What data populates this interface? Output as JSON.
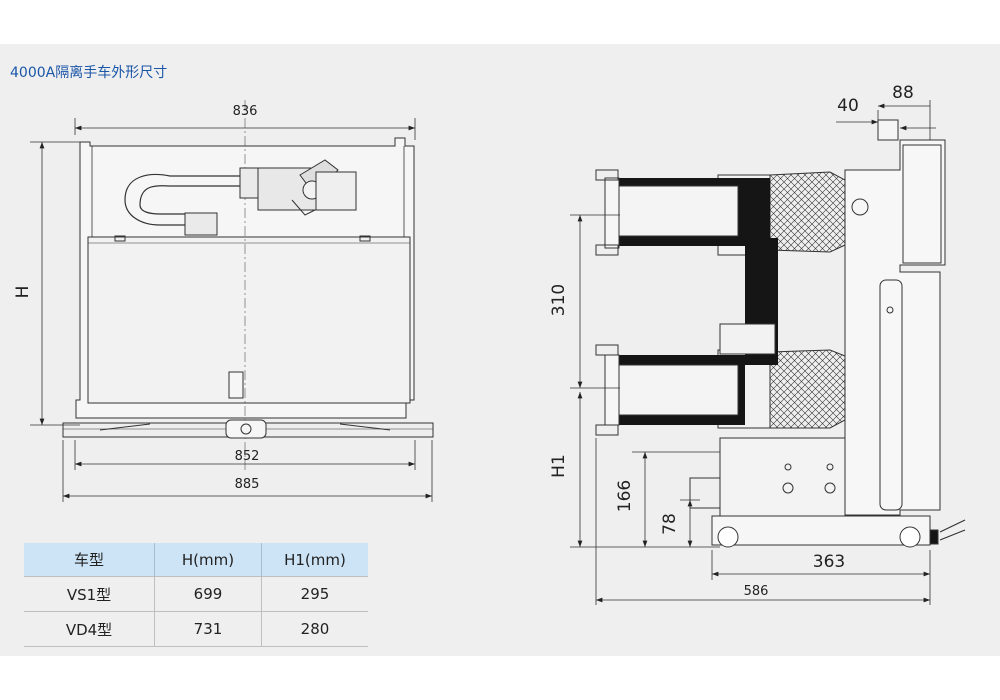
{
  "title": "4000A隔离手车外形尺寸",
  "front_view": {
    "dim_width_top": "836",
    "dim_height": "H",
    "dim_width_mid": "852",
    "dim_width_bottom": "885"
  },
  "side_view": {
    "dim_40": "40",
    "dim_88": "88",
    "dim_310": "310",
    "dim_h1": "H1",
    "dim_166": "166",
    "dim_78": "78",
    "dim_363": "363",
    "dim_586": "586"
  },
  "spec_table": {
    "headers": [
      "车型",
      "H(mm)",
      "H1(mm)"
    ],
    "rows": [
      [
        "VS1型",
        "699",
        "295"
      ],
      [
        "VD4型",
        "731",
        "280"
      ]
    ]
  }
}
